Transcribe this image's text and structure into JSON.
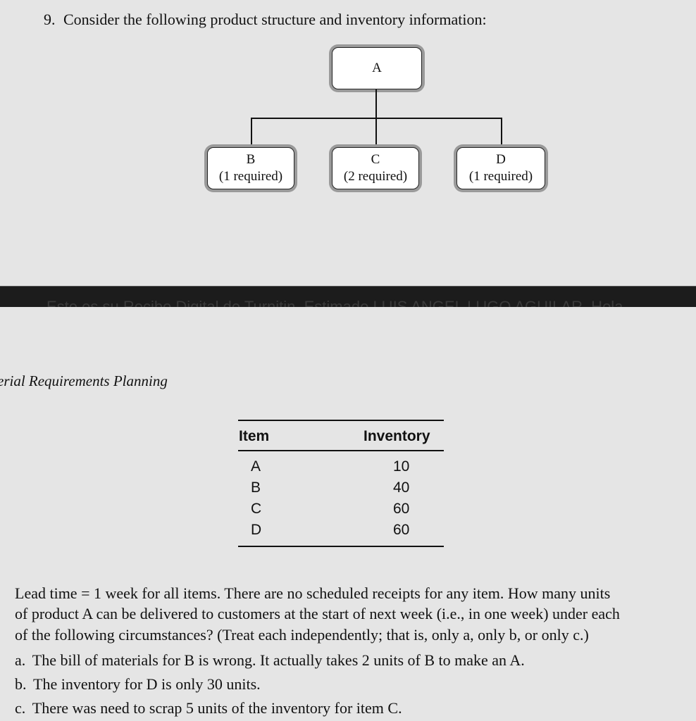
{
  "question": {
    "number": "9.",
    "text": "Consider the following product structure and inventory information:"
  },
  "diagram": {
    "parent": {
      "label": "A"
    },
    "children": [
      {
        "label": "B",
        "qty": "(1 required)"
      },
      {
        "label": "C",
        "qty": "(2 required)"
      },
      {
        "label": "D",
        "qty": "(1 required)"
      }
    ]
  },
  "banner": {
    "text": "Este es su Recibo Digital de Turnitin.  Estimado LUIS ANGEL LUGO AGUILAR. Hola"
  },
  "section_header": "erial Requirements Planning",
  "table": {
    "headers": [
      "Item",
      "Inventory"
    ],
    "rows": [
      [
        "A",
        "10"
      ],
      [
        "B",
        "40"
      ],
      [
        "C",
        "60"
      ],
      [
        "D",
        "60"
      ]
    ]
  },
  "body": {
    "lines": [
      "Lead time = 1 week for all items. There are no scheduled receipts for any item. How many units",
      "of product A can be delivered to customers at the start of next week (i.e., in one week) under each",
      "of the following circumstances? (Treat each independently; that is, only a, only b, or only c.)"
    ],
    "items": [
      {
        "letter": "a.",
        "text": "The bill of materials for B is wrong. It actually takes 2 units of B to make an A."
      },
      {
        "letter": "b.",
        "text": "The inventory for D is only 30 units."
      },
      {
        "letter": "c.",
        "text": "There was need to scrap 5 units of the inventory for item C."
      }
    ]
  }
}
